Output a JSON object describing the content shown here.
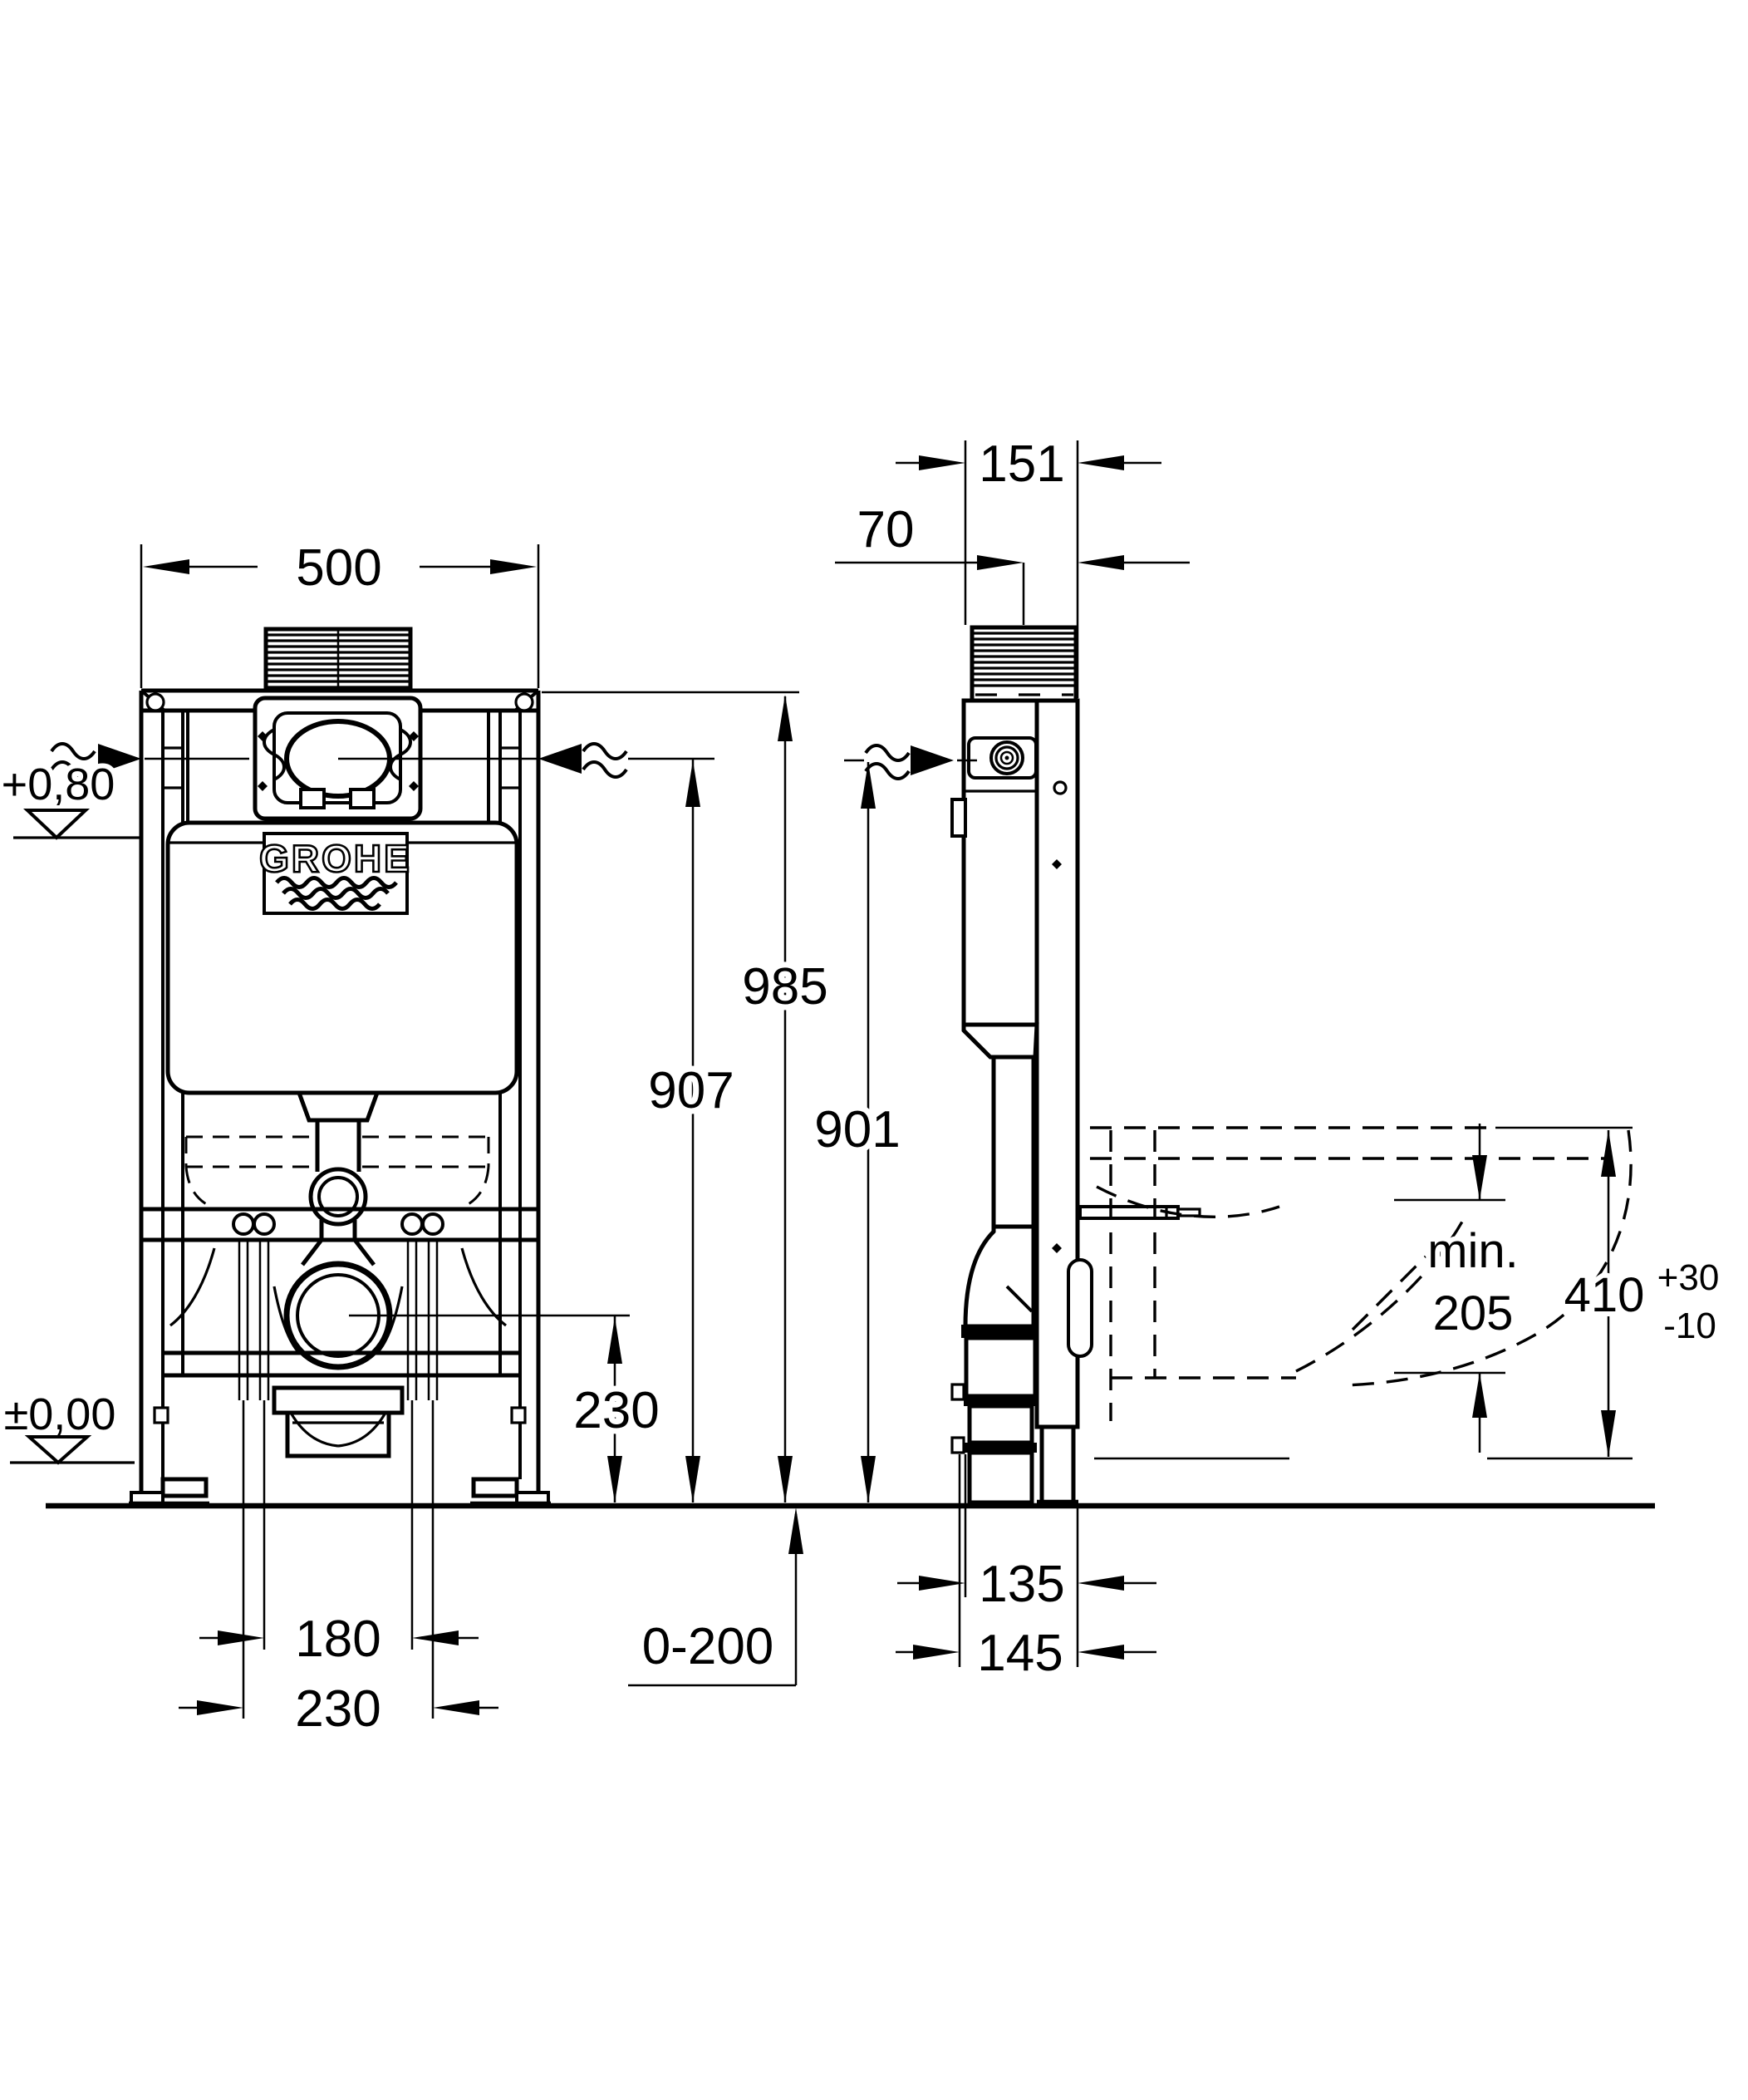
{
  "brand": "GROHE",
  "front": {
    "width": "500",
    "frame_height": "985",
    "supply_height": "907",
    "outlet_height": "230",
    "stud_spacing": "180",
    "fixing_spacing": "230",
    "supply_level": "+0,80",
    "floor_level": "±0,00",
    "foot_range": "0-200"
  },
  "side": {
    "frame_depth": "151",
    "pipe_offset": "70",
    "valve_height": "901",
    "bowl_min_label": "min.",
    "bowl_min_value": "205",
    "seat_height": "410",
    "tol_plus": "+30",
    "tol_minus": "-10",
    "outlet_offset": "135",
    "outlet_offset_outer": "145"
  }
}
